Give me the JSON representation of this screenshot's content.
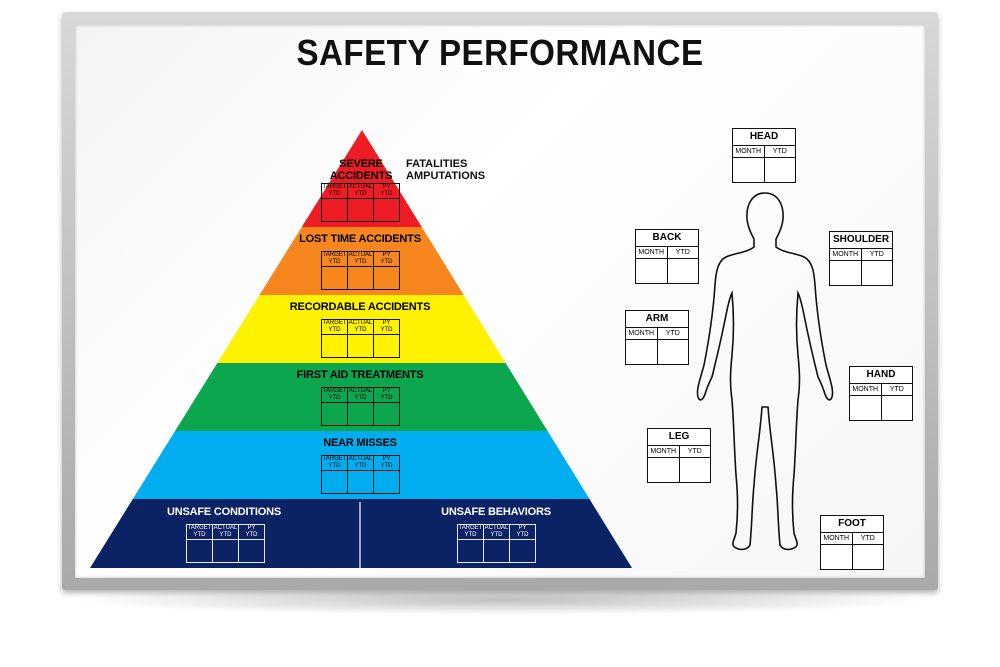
{
  "title": "SAFETY PERFORMANCE",
  "colors": {
    "severe": "#ee1c24",
    "lost_time": "#f7861e",
    "recordable": "#fff200",
    "first_aid": "#0ca64e",
    "near_miss": "#00aeef",
    "unsafe": "#0b2265"
  },
  "pyramid": {
    "severe": {
      "label_line1": "SEVERE",
      "label_line2": "ACCIDENTS",
      "side_line1": "FATALITIES",
      "side_line2": "AMPUTATIONS"
    },
    "lost_time": {
      "label": "LOST TIME ACCIDENTS"
    },
    "recordable": {
      "label": "RECORDABLE ACCIDENTS"
    },
    "first_aid": {
      "label": "FIRST AID TREATMENTS"
    },
    "near_miss": {
      "label": "NEAR MISSES"
    },
    "unsafe_conditions": {
      "label": "UNSAFE CONDITIONS"
    },
    "unsafe_behaviors": {
      "label": "UNSAFE BEHAVIORS"
    },
    "columns": [
      {
        "top": "TARGET",
        "bottom": "YTD"
      },
      {
        "top": "ACTUAL",
        "bottom": "YTD"
      },
      {
        "top": "PY",
        "bottom": "YTD"
      }
    ]
  },
  "body_parts": {
    "columns": [
      "MONTH",
      "YTD"
    ],
    "items": [
      {
        "id": "head",
        "label": "HEAD"
      },
      {
        "id": "back",
        "label": "BACK"
      },
      {
        "id": "shoulder",
        "label": "SHOULDER"
      },
      {
        "id": "arm",
        "label": "ARM"
      },
      {
        "id": "hand",
        "label": "HAND"
      },
      {
        "id": "leg",
        "label": "LEG"
      },
      {
        "id": "foot",
        "label": "FOOT"
      }
    ]
  }
}
